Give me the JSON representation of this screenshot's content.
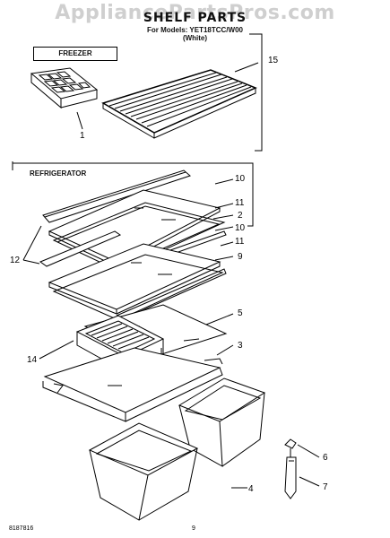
{
  "watermark": "AppliancePartsPros.com",
  "header": {
    "title": "SHELF PARTS",
    "model_line": "For Models: YET18TCC/W00",
    "color_line": "(White)"
  },
  "sections": {
    "freezer": "FREEZER",
    "refrigerator": "REFRIGERATOR"
  },
  "callouts": [
    "15",
    "1",
    "10",
    "11",
    "2",
    "10",
    "11",
    "9",
    "12",
    "5",
    "3",
    "14",
    "6",
    "4",
    "7"
  ],
  "footer": {
    "doc_number": "8187816",
    "page_number": "9"
  }
}
